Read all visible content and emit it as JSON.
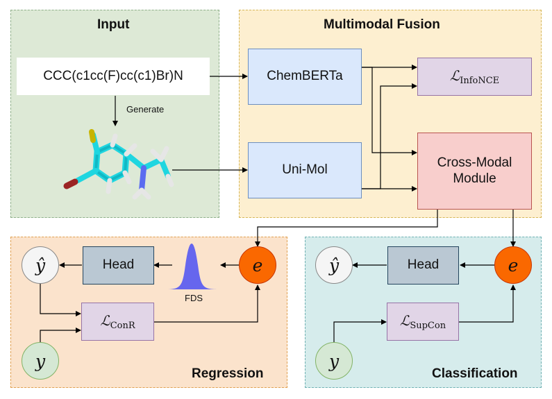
{
  "panels": {
    "input": "Input",
    "fusion": "Multimodal Fusion",
    "regression": "Regression",
    "classification": "Classification"
  },
  "input": {
    "smiles": "CCC(c1cc(F)cc(c1)Br)N",
    "generate_label": "Generate"
  },
  "fusion": {
    "chemberta": "ChemBERTa",
    "unimol": "Uni-Mol",
    "infonce_symbol": "ℒ",
    "infonce_sub": "InfoNCE",
    "cross_modal_line1": "Cross-Modal",
    "cross_modal_line2": "Module"
  },
  "regression": {
    "yhat": "ŷ",
    "head": "Head",
    "fds": "FDS",
    "e": "e",
    "conr_symbol": "ℒ",
    "conr_sub": "ConR",
    "y": "y"
  },
  "classification": {
    "yhat": "ŷ",
    "head": "Head",
    "e": "e",
    "supcon_symbol": "ℒ",
    "supcon_sub": "SupCon",
    "y": "y"
  },
  "colors": {
    "input_bg": "#dde9d6",
    "fusion_bg": "#fdefd0",
    "regression_bg": "#fbe3cc",
    "classification_bg": "#d6ecec",
    "blue_box": "#dae8fc",
    "blue_border": "#6c8ebf",
    "purple_box": "#e1d5e7",
    "purple_border": "#9673a6",
    "red_box": "#f8cecc",
    "red_border": "#b85450",
    "head_box": "#bac8d3",
    "head_border": "#23445d",
    "orange_circle": "#fa6800",
    "green_circle": "#d5e8d4",
    "fds_curve": "#6666ee"
  }
}
